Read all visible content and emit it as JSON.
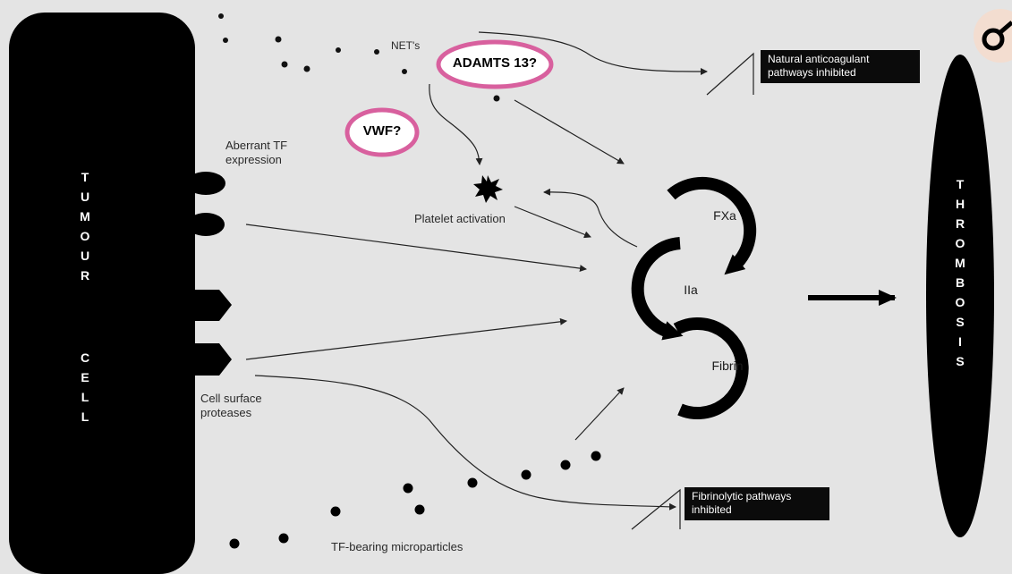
{
  "tumour_cell": {
    "top_letters": [
      "T",
      "U",
      "M",
      "O",
      "U",
      "R"
    ],
    "bottom_letters": [
      "C",
      "E",
      "L",
      "L"
    ]
  },
  "thrombosis": {
    "letters": [
      "T",
      "H",
      "R",
      "O",
      "M",
      "B",
      "O",
      "S",
      "I",
      "S"
    ]
  },
  "labels": {
    "nets": "NET's",
    "aberrant_tf": "Aberrant TF expression",
    "platelet_activation": "Platelet activation",
    "cell_surface_proteases": "Cell surface proteases",
    "tf_microparticles": "TF-bearing microparticles"
  },
  "boxes": {
    "anticoagulant": "Natural anticoagulant pathways inhibited",
    "fibrinolytic": "Fibrinolytic pathways inhibited"
  },
  "highlights": {
    "adamts": "ADAMTS 13?",
    "vwf": "VWF?"
  },
  "cascade": {
    "fxa": "FXa",
    "iia": "IIa",
    "fibrin": "Fibrin"
  },
  "colors": {
    "background": "#e4e4e4",
    "shape_fill": "#000000",
    "highlight_ring": "#d8609e"
  }
}
